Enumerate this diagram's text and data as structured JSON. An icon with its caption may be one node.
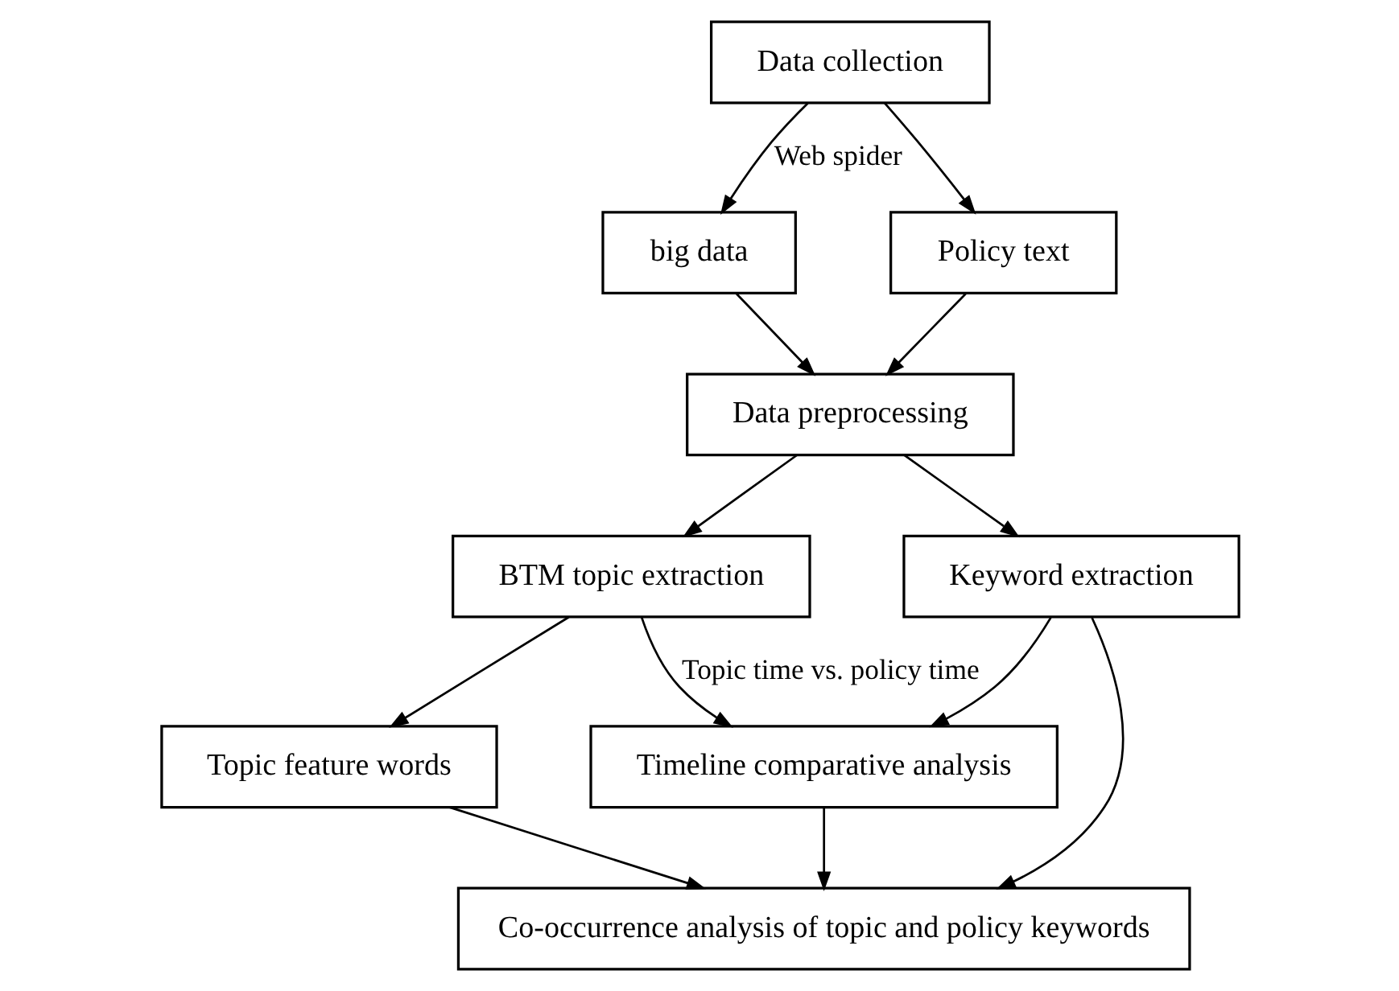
{
  "diagram": {
    "nodes": [
      {
        "text": [
          "Data collection"
        ]
      },
      {
        "text": [
          "big data"
        ]
      },
      {
        "text": [
          "Policy text"
        ]
      },
      {
        "text": [
          "Data preprocessing"
        ]
      },
      {
        "text": [
          "BTM topic extraction"
        ]
      },
      {
        "text": [
          "Keyword extraction"
        ]
      },
      {
        "text": [
          "Topic feature words"
        ]
      },
      {
        "text": [
          "Timeline comparative analysis"
        ]
      },
      {
        "text": [
          "Co-occurrence analysis of topic and policy keywords"
        ]
      }
    ],
    "edges": [
      {
        "from": 0,
        "to": 1,
        "arrow": "to",
        "label": "Web spider"
      },
      {
        "from": 0,
        "to": 2,
        "arrow": "to"
      },
      {
        "from": 1,
        "to": 3,
        "arrow": "to"
      },
      {
        "from": 2,
        "to": 3,
        "arrow": "to"
      },
      {
        "from": 3,
        "to": 4,
        "arrow": "to"
      },
      {
        "from": 3,
        "to": 5,
        "arrow": "to"
      },
      {
        "from": 4,
        "to": 7,
        "arrow": "to",
        "label": "Topic time vs. policy time"
      },
      {
        "from": 5,
        "to": 7,
        "arrow": "to"
      },
      {
        "from": 4,
        "to": 6,
        "arrow": "to"
      },
      {
        "from": 6,
        "to": 8,
        "arrow": "to"
      },
      {
        "from": 7,
        "to": 8,
        "arrow": "to"
      },
      {
        "from": 5,
        "to": 8,
        "arrow": "to"
      }
    ]
  }
}
